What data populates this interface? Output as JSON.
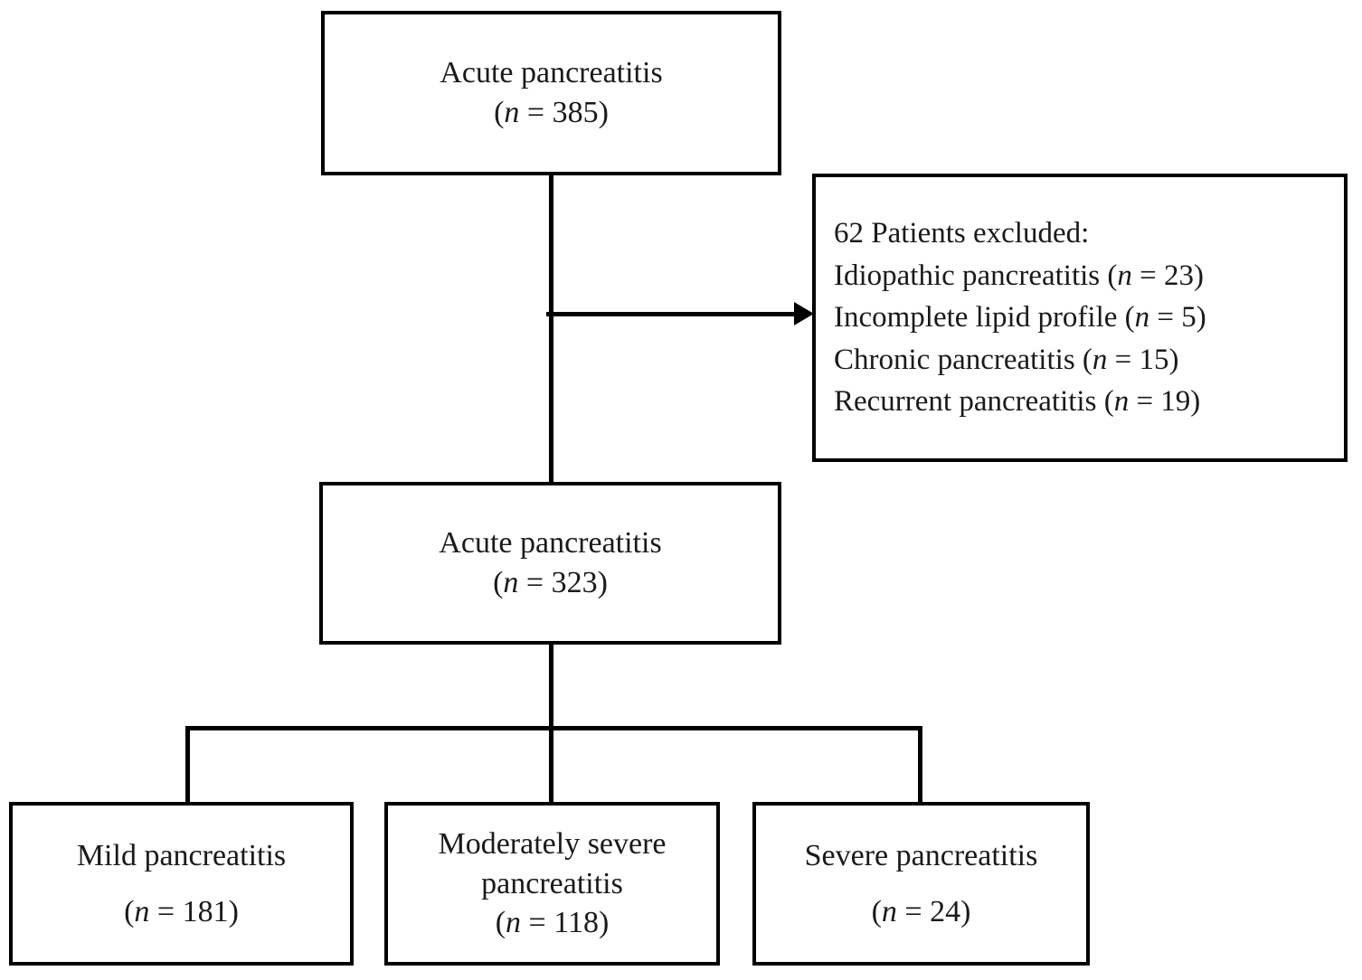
{
  "diagram": {
    "type": "flowchart",
    "title": "Acute pancreatitis patient selection flowchart",
    "colors": {
      "stroke": "#000000",
      "background": "#ffffff",
      "text": "#1a1a1a"
    },
    "nodes": {
      "ap_total": {
        "label": "Acute pancreatitis",
        "count_line": "(n = 385)",
        "count_prefix": "(",
        "count_symbol": "n",
        "count_middle": " = 385)",
        "n_value": 385
      },
      "excluded": {
        "heading": "62 Patients excluded:",
        "total_excluded": 62,
        "reasons": [
          {
            "text": "Idiopathic pancreatitis (",
            "symbol": "n",
            "tail": " = 23)",
            "n_value": 23
          },
          {
            "text": "Incomplete lipid profile (",
            "symbol": "n",
            "tail": " = 5)",
            "n_value": 5
          },
          {
            "text": "Chronic pancreatitis (",
            "symbol": "n",
            "tail": " = 15)",
            "n_value": 15
          },
          {
            "text": "Recurrent pancreatitis (",
            "symbol": "n",
            "tail": " = 19)",
            "n_value": 19
          }
        ]
      },
      "ap_included": {
        "label": "Acute pancreatitis",
        "count_prefix": "(",
        "count_symbol": "n",
        "count_middle": " = 323)",
        "n_value": 323
      },
      "mild": {
        "label_line1": "Mild pancreatitis",
        "label_line2": "",
        "count_prefix": "(",
        "count_symbol": "n",
        "count_middle": " = 181)",
        "n_value": 181
      },
      "moderate": {
        "label_line1": "Moderately severe",
        "label_line2": "pancreatitis",
        "count_prefix": "(",
        "count_symbol": "n",
        "count_middle": " = 118)",
        "n_value": 118
      },
      "severe": {
        "label_line1": "Severe pancreatitis",
        "label_line2": "",
        "count_prefix": "(",
        "count_symbol": "n",
        "count_middle": " = 24)",
        "n_value": 24
      }
    },
    "edges": [
      {
        "from": "ap_total",
        "to": "ap_included",
        "style": "plain-line"
      },
      {
        "from": "ap_total",
        "to": "excluded",
        "style": "arrow"
      },
      {
        "from": "ap_included",
        "to": "mild",
        "style": "elbow-line"
      },
      {
        "from": "ap_included",
        "to": "moderate",
        "style": "plain-line"
      },
      {
        "from": "ap_included",
        "to": "severe",
        "style": "elbow-line"
      }
    ]
  }
}
